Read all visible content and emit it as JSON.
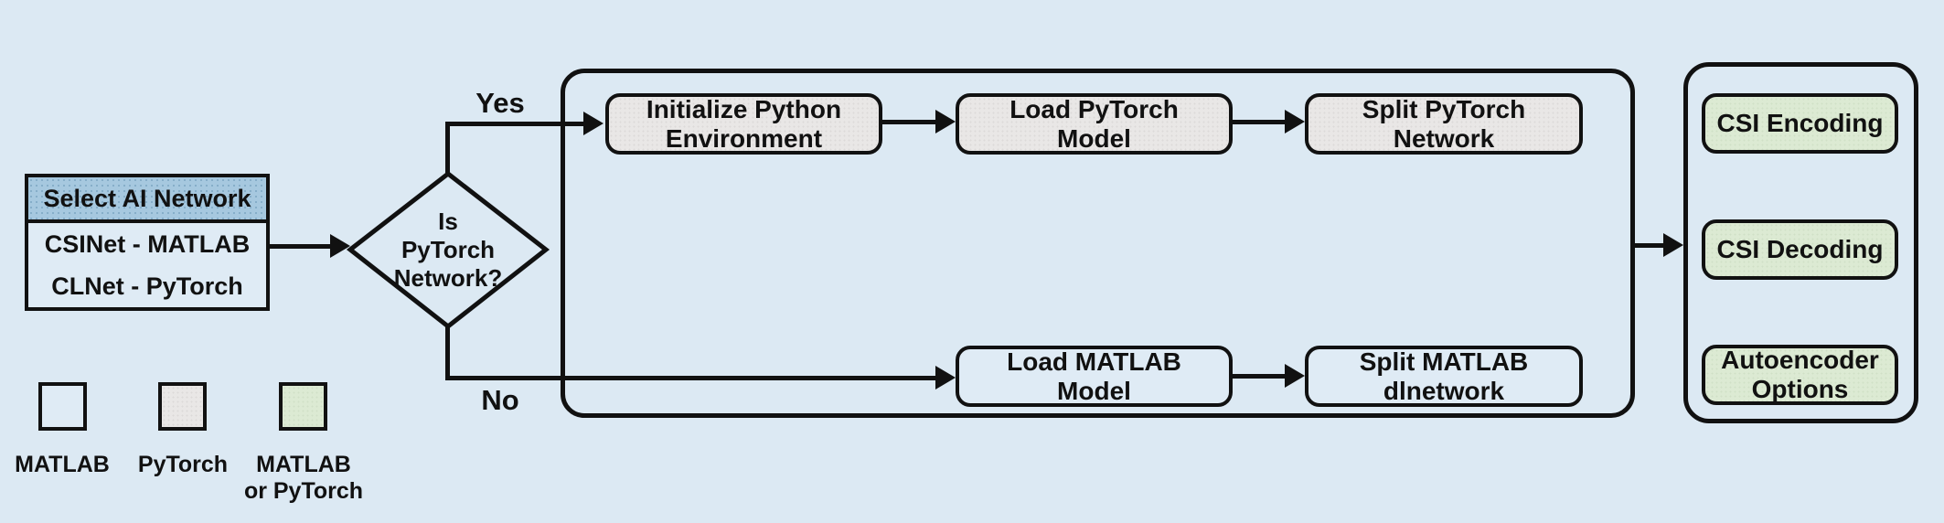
{
  "colors": {
    "background": "#dce9f3",
    "outline": "#111111",
    "matlab_fill": "#dfebf5",
    "pytorch_fill": "#e9e7e6",
    "matlab_or_pytorch_fill": "#dcead3",
    "table_header_fill": "#a6c8df"
  },
  "select_table": {
    "header": "Select AI Network",
    "rows": [
      "CSINet - MATLAB",
      "CLNet - PyTorch"
    ]
  },
  "decision": {
    "lines": [
      "Is",
      "PyTorch",
      "Network?"
    ]
  },
  "branch_labels": {
    "yes": "Yes",
    "no": "No"
  },
  "pytorch_path": [
    {
      "lines": [
        "Initialize Python",
        "Environment"
      ]
    },
    {
      "lines": [
        "Load PyTorch",
        "Model"
      ]
    },
    {
      "lines": [
        "Split PyTorch",
        "Network"
      ]
    }
  ],
  "matlab_path": [
    {
      "lines": [
        "Load MATLAB",
        "Model"
      ]
    },
    {
      "lines": [
        "Split MATLAB",
        "dlnetwork"
      ]
    }
  ],
  "outputs": [
    {
      "lines": [
        "CSI Encoding"
      ]
    },
    {
      "lines": [
        "CSI Decoding"
      ]
    },
    {
      "lines": [
        "Autoencoder",
        "Options"
      ]
    }
  ],
  "legend": [
    {
      "swatch": "matlab",
      "lines": [
        "MATLAB"
      ]
    },
    {
      "swatch": "pytorch",
      "lines": [
        "PyTorch"
      ]
    },
    {
      "swatch": "matlab-or-pytorch",
      "lines": [
        "MATLAB",
        "or PyTorch"
      ]
    }
  ]
}
